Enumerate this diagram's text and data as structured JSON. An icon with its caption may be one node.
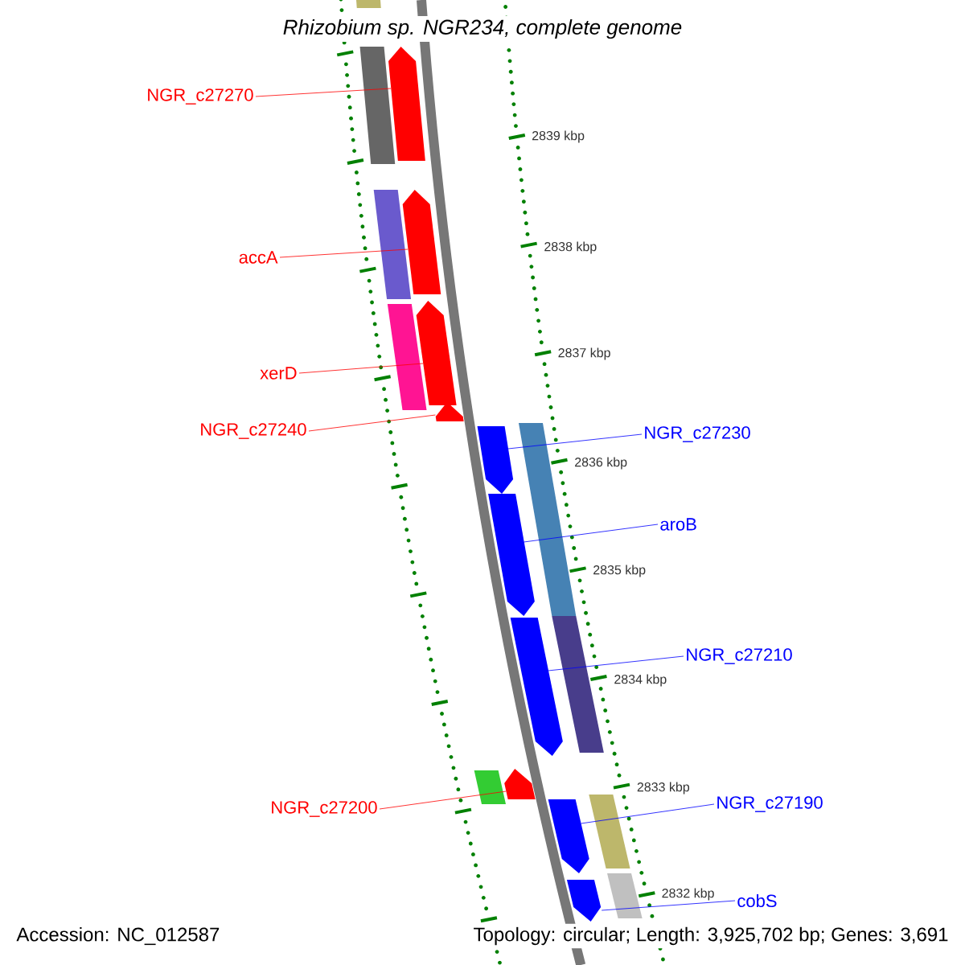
{
  "diagram": {
    "title": "Rhizobium sp. NGR234, complete genome",
    "nodes": [
      {
        "text": [
          "NGR_c27270"
        ]
      },
      {
        "text": [
          "accA"
        ]
      },
      {
        "text": [
          "xerD"
        ]
      },
      {
        "text": [
          "NGR_c27240"
        ]
      },
      {
        "text": [
          "NGR_c27230"
        ]
      },
      {
        "text": [
          "aroB"
        ]
      },
      {
        "text": [
          "NGR_c27210"
        ]
      },
      {
        "text": [
          "NGR_c27190"
        ]
      },
      {
        "text": [
          "NGR_c27200"
        ]
      },
      {
        "text": [
          "cobS"
        ]
      },
      {
        "text": [],
        "shape": "bar"
      },
      {
        "text": [],
        "shape": "pentagon"
      },
      {
        "text": [],
        "shape": "bar"
      },
      {
        "text": [],
        "shape": "bar"
      },
      {
        "text": [],
        "shape": "pentagon"
      },
      {
        "text": [],
        "shape": "pentagon"
      },
      {
        "text": [],
        "shape": "bar"
      },
      {
        "text": [],
        "shape": "pentagon"
      },
      {
        "text": [],
        "shape": "bar"
      },
      {
        "text": [],
        "shape": "pentagon"
      },
      {
        "text": [],
        "shape": "pentagon"
      },
      {
        "text": [],
        "shape": "bar"
      },
      {
        "text": [],
        "shape": "pentagon"
      },
      {
        "text": [],
        "shape": "pentagon"
      },
      {
        "text": [],
        "shape": "bar"
      },
      {
        "text": [],
        "shape": "bar"
      },
      {
        "text": [],
        "shape": "pentagon"
      },
      {
        "text": [],
        "shape": "bar"
      },
      {
        "text": [],
        "shape": "pentagon"
      }
    ],
    "edges": [
      {
        "from": 0,
        "to": 11,
        "arrow": "none",
        "color": "#ff0000"
      },
      {
        "from": 1,
        "to": 14,
        "arrow": "none",
        "color": "#ff0000"
      },
      {
        "from": 2,
        "to": 15,
        "arrow": "none",
        "color": "#ff0000"
      },
      {
        "from": 3,
        "to": 17,
        "arrow": "none",
        "color": "#ff0000"
      },
      {
        "from": 4,
        "to": 19,
        "arrow": "none",
        "color": "#0000ff"
      },
      {
        "from": 5,
        "to": 20,
        "arrow": "none",
        "color": "#0000ff"
      },
      {
        "from": 6,
        "to": 22,
        "arrow": "none",
        "color": "#0000ff"
      },
      {
        "from": 7,
        "to": 26,
        "arrow": "none",
        "color": "#0000ff"
      },
      {
        "from": 8,
        "to": 23,
        "arrow": "none",
        "color": "#ff0000"
      },
      {
        "from": 9,
        "to": 28,
        "arrow": "none",
        "color": "#0000ff"
      }
    ],
    "labels": [
      "2839 kbp",
      "2838 kbp",
      "2837 kbp",
      "2836 kbp",
      "2835 kbp",
      "2834 kbp",
      "2833 kbp",
      "2832 kbp",
      "Accession: NC_012587",
      "Topology: circular; Length: 3,925,702 bp; Genes: 3,691"
    ]
  }
}
